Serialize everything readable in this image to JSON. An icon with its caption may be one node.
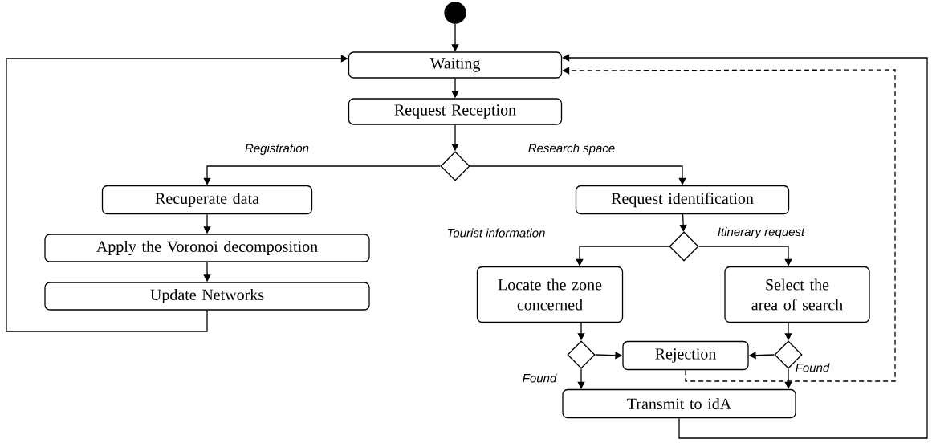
{
  "diagram": {
    "nodes": [
      {
        "text": [],
        "shape": "circle"
      },
      {
        "text": [
          "Waiting"
        ]
      },
      {
        "text": [
          "Request Reception"
        ]
      },
      {
        "text": [],
        "shape": "diamond"
      },
      {
        "text": [
          "Recuperate data"
        ]
      },
      {
        "text": [
          "Apply  the Voronoi decomposition"
        ]
      },
      {
        "text": [
          "Update Networks"
        ]
      },
      {
        "text": [
          "Request identification"
        ]
      },
      {
        "text": [],
        "shape": "diamond"
      },
      {
        "text": [
          "Locate the zone concerned"
        ]
      },
      {
        "text": [
          "Select the area of search"
        ]
      },
      {
        "text": [],
        "shape": "diamond"
      },
      {
        "text": [
          "Rejection"
        ]
      },
      {
        "text": [],
        "shape": "diamond"
      },
      {
        "text": [
          "Transmit to idA"
        ]
      }
    ],
    "edges": [
      {
        "from": 0,
        "to": 1,
        "arrow": "to"
      },
      {
        "from": 1,
        "to": 2,
        "arrow": "to"
      },
      {
        "from": 2,
        "to": 3,
        "arrow": "to"
      },
      {
        "from": 3,
        "to": 4,
        "arrow": "to",
        "label": "Registration"
      },
      {
        "from": 3,
        "to": 7,
        "arrow": "to",
        "label": "Research space"
      },
      {
        "from": 4,
        "to": 5,
        "arrow": "to"
      },
      {
        "from": 5,
        "to": 6,
        "arrow": "to"
      },
      {
        "from": 6,
        "to": 1,
        "arrow": "to"
      },
      {
        "from": 7,
        "to": 8,
        "arrow": "to"
      },
      {
        "from": 8,
        "to": 9,
        "arrow": "to",
        "label": "Tourist information"
      },
      {
        "from": 8,
        "to": 10,
        "arrow": "to",
        "label": "Itinerary request"
      },
      {
        "from": 9,
        "to": 11,
        "arrow": "to"
      },
      {
        "from": 10,
        "to": 13,
        "arrow": "to"
      },
      {
        "from": 11,
        "to": 12,
        "arrow": "to"
      },
      {
        "from": 13,
        "to": 12,
        "arrow": "to"
      },
      {
        "from": 11,
        "to": 14,
        "arrow": "to",
        "label": "Found"
      },
      {
        "from": 13,
        "to": 14,
        "arrow": "to",
        "label": "Found"
      },
      {
        "from": 12,
        "to": 1,
        "arrow": "to",
        "style": "dashed"
      },
      {
        "from": 14,
        "to": 1,
        "arrow": "to"
      }
    ]
  }
}
